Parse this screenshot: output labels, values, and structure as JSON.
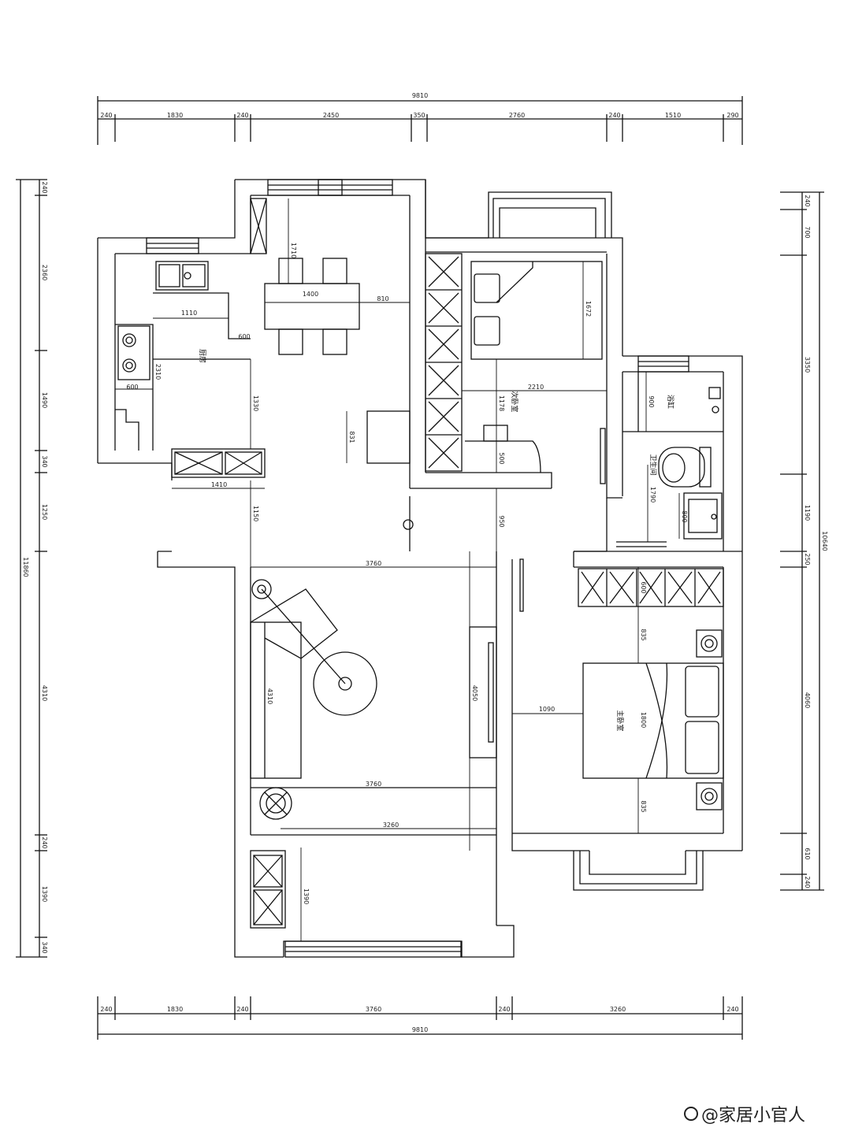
{
  "top": {
    "total": "9810",
    "segments": [
      "240",
      "1830",
      "240",
      "2450",
      "350",
      "2760",
      "240",
      "1510",
      "290"
    ]
  },
  "bottom": {
    "total": "9810",
    "segments": [
      "240",
      "1830",
      "240",
      "3760",
      "240",
      "3260",
      "240"
    ]
  },
  "left": {
    "total": "11860",
    "segments": [
      "240",
      "2360",
      "1490",
      "340",
      "1250",
      "4310",
      "240",
      "1390",
      "340"
    ]
  },
  "right": {
    "total": "10640",
    "segments": [
      "240",
      "700",
      "3350",
      "1190",
      "250",
      "4060",
      "610",
      "240"
    ]
  },
  "rooms": {
    "kitchen": "厨房",
    "second_bedroom": "次卧室",
    "bathtub": "浴缸",
    "bathroom": "卫生间",
    "master_bedroom": "主卧室"
  },
  "interior_dims": {
    "d1710": "1710",
    "d1400": "1400",
    "d810": "810",
    "d1110": "1110",
    "d600a": "600",
    "d2310": "2310",
    "d600b": "600",
    "d1330": "1330",
    "d1410": "1410",
    "d1150": "1150",
    "d831": "831",
    "d1672": "1672",
    "d2210": "2210",
    "d1178": "1178",
    "d500": "500",
    "d950": "950",
    "d900": "900",
    "d1790": "1790",
    "d800": "800",
    "d3760a": "3760",
    "d4310": "4310",
    "d4050": "4050",
    "d3760b": "3760",
    "d3260": "3260",
    "d1390": "1390",
    "d600c": "600",
    "d835a": "835",
    "d1090": "1090",
    "d1800": "1800",
    "d835b": "835"
  },
  "watermark": "@家居小官人"
}
